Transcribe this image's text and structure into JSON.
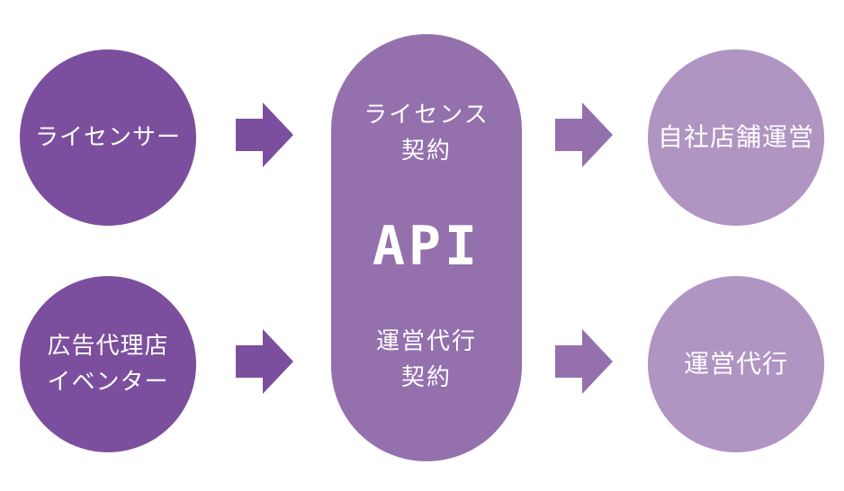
{
  "left_nodes": [
    {
      "lines": [
        "ライセンサー"
      ]
    },
    {
      "lines": [
        "広告代理店",
        "イベンター"
      ]
    }
  ],
  "center": {
    "top_lines": [
      "ライセンス",
      "契約"
    ],
    "api": "API",
    "bottom_lines": [
      "運営代行",
      "契約"
    ]
  },
  "right_nodes": [
    {
      "lines": [
        "自社店舗運営"
      ]
    },
    {
      "lines": [
        "運営代行"
      ]
    }
  ],
  "colors": {
    "left_circle": "#7b4f9d",
    "center_pill": "#9470ad",
    "right_circle": "#b094c2",
    "left_arrow": "#7b4f9d",
    "right_arrow": "#9470ad"
  }
}
